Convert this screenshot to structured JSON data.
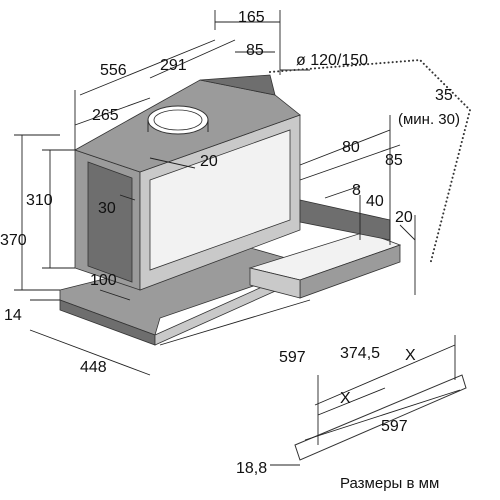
{
  "dimensions": {
    "d165": "165",
    "d556": "556",
    "d291": "291",
    "d85_top": "85",
    "diameter": "ø 120/150",
    "d35": "35",
    "d35_note": "(мин. 30)",
    "d265": "265",
    "d80": "80",
    "d85_right": "85",
    "d20_top": "20",
    "d310": "310",
    "d30": "30",
    "d8": "8",
    "d40": "40",
    "d20_right": "20",
    "d370": "370",
    "d100": "100",
    "d14": "14",
    "d448": "448",
    "d597_body": "597",
    "d374_5": "374,5",
    "x_top": "X",
    "x_mid": "X",
    "d597_strip": "597",
    "d18_8": "18,8"
  },
  "caption": "Размеры в мм"
}
